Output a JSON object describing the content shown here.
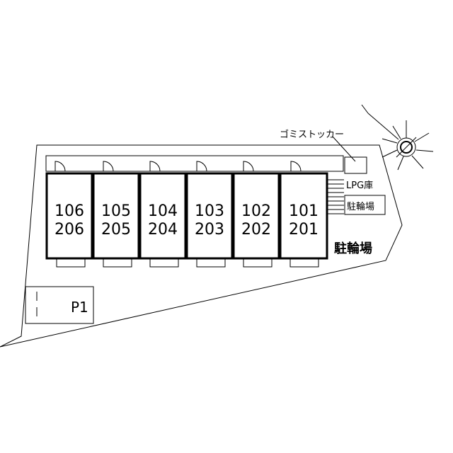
{
  "units": [
    {
      "top": "106",
      "bottom": "206"
    },
    {
      "top": "105",
      "bottom": "205"
    },
    {
      "top": "104",
      "bottom": "204"
    },
    {
      "top": "103",
      "bottom": "203"
    },
    {
      "top": "102",
      "bottom": "202"
    },
    {
      "top": "101",
      "bottom": "201"
    }
  ],
  "labels": {
    "garbage": "ゴミストッカー",
    "lpg": "LPG庫",
    "bike_small": "駐輪場",
    "bike_large": "駐輪場",
    "parking": "P1"
  }
}
